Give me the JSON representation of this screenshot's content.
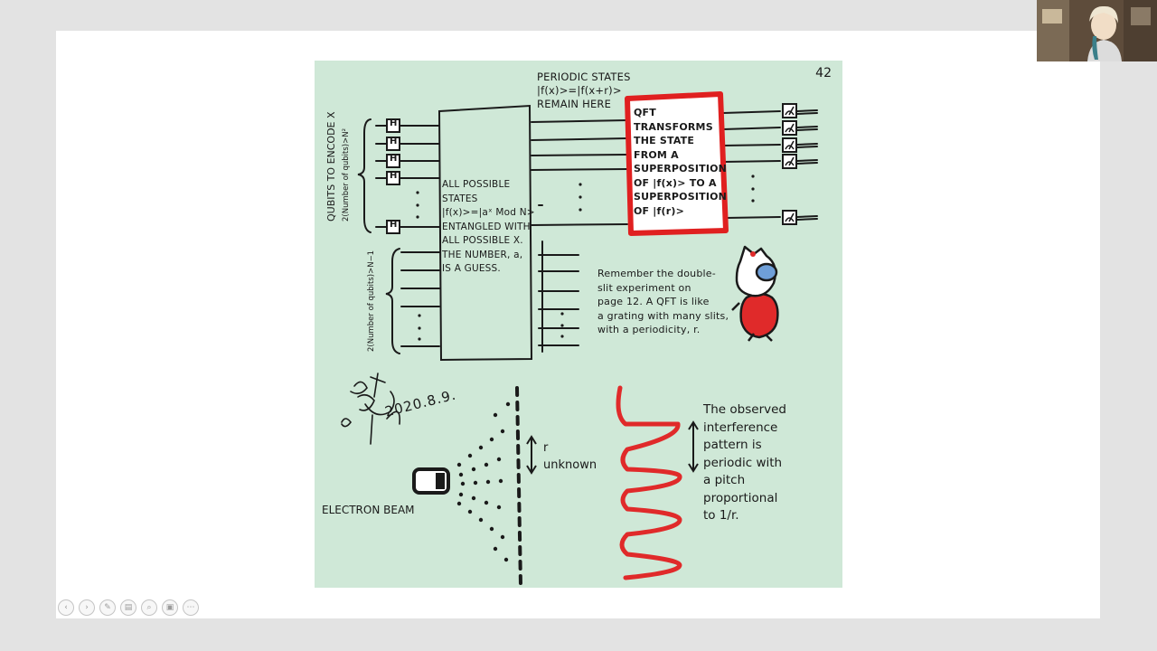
{
  "page": {
    "number": "42",
    "periodic_states": "PERIODIC STATES\n|f(x)>=|f(x+r)>\nREMAIN HERE",
    "qft_box": "QFT\nTRANSFORMS\nTHE STATE\nFROM A\nSUPERPOSITION\nOF |f(x)> TO A\nSUPERPOSITION\nOF |f(r)>",
    "all_states": "ALL POSSIBLE\nSTATES\n|f(x)>=|aˣ Mod N>\nENTANGLED WITH\nALL POSSIBLE X.\nTHE NUMBER, a,\nIS A GUESS.",
    "qubits_label": "QUBITS TO ENCODE X",
    "qubits_count": "2(Number of qubits)>N²",
    "lower_count": "2(Number of qubits)>N−1",
    "gate_label": "H",
    "remember_note": "Remember the double-\nslit experiment on\npage 12. A QFT is like\na grating with many slits,\nwith a periodicity, r.",
    "signature_date": "2020.8.9.",
    "r_unknown": "r\nunknown",
    "electron_beam": "ELECTRON BEAM",
    "observed_note": "The observed\ninterference\npattern is\nperiodic with\na pitch\nproportional\nto 1/r."
  },
  "colors": {
    "page_bg": "#cfe8d7",
    "qft_border": "#e02020",
    "wave": "#e02a2a",
    "ink": "#1a1a1a"
  },
  "toolbar": {
    "icons": [
      "prev-icon",
      "next-icon",
      "pen-icon",
      "slides-icon",
      "zoom-icon",
      "presenter-icon",
      "more-icon"
    ],
    "glyphs": [
      "‹",
      "›",
      "✎",
      "▤",
      "⌕",
      "▣",
      "⋯"
    ]
  }
}
